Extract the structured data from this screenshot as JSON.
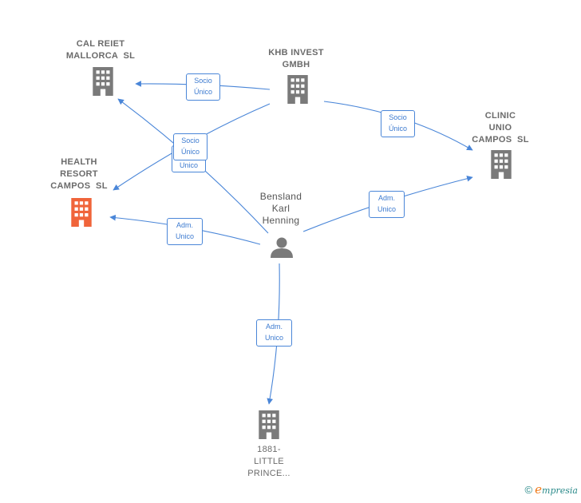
{
  "colors": {
    "edge": "#4a86d8",
    "building": "#7a7a7a",
    "highlight": "#f0643a",
    "person": "#7a7a7a"
  },
  "nodes": {
    "cal_reiet": {
      "lines": [
        "CAL REIET",
        "MALLORCA  SL"
      ],
      "icon": "building-icon"
    },
    "khb_invest": {
      "lines": [
        "KHB INVEST",
        "GMBH"
      ],
      "icon": "building-icon"
    },
    "clinic_unio": {
      "lines": [
        "CLINIC",
        "UNIO",
        "CAMPOS  SL"
      ],
      "icon": "building-icon"
    },
    "health_resort": {
      "lines": [
        "HEALTH",
        "RESORT",
        "CAMPOS  SL"
      ],
      "icon": "building-icon"
    },
    "bensland": {
      "lines": [
        "Bensland",
        "Karl",
        "Henning"
      ],
      "icon": "person-icon"
    },
    "little_prince": {
      "lines": [
        "1881-",
        "LITTLE",
        "PRINCE..."
      ],
      "icon": "building-icon"
    }
  },
  "edges": {
    "khb_to_cal": [
      "Socio",
      "Único"
    ],
    "khb_to_clinic": [
      "Socio",
      "Único"
    ],
    "khb_to_health_socio": [
      "Socio",
      "Único"
    ],
    "bensland_to_cal": [
      "Unico"
    ],
    "bensland_to_health": [
      "Adm.",
      "Unico"
    ],
    "bensland_to_clinic": [
      "Adm.",
      "Unico"
    ],
    "bensland_to_prince": [
      "Adm.",
      "Unico"
    ]
  },
  "brand": {
    "copyright": "©",
    "e": "e",
    "name": "mpresia"
  }
}
